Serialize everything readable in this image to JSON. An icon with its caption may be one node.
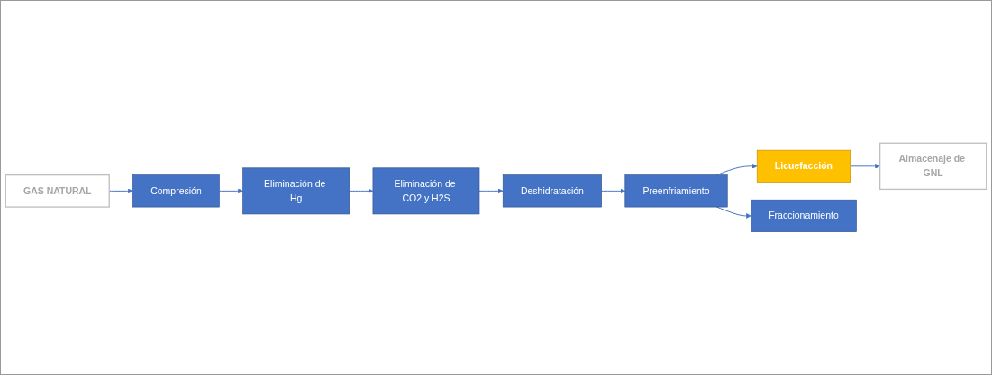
{
  "diagram": {
    "nodes": [
      {
        "text": [
          "GAS NATURAL"
        ]
      },
      {
        "text": [
          "Compresión"
        ]
      },
      {
        "text": [
          "Eliminación de Hg"
        ]
      },
      {
        "text": [
          "Eliminación de CO2 y H2S"
        ]
      },
      {
        "text": [
          "Deshidratación"
        ]
      },
      {
        "text": [
          "Almacenaje de GNL"
        ]
      },
      {
        "text": [
          "Licuefacción"
        ]
      },
      {
        "text": [
          "Preenfriamiento"
        ]
      },
      {
        "text": [
          "Fraccionamiento"
        ]
      }
    ],
    "edges": [
      {
        "from": 0,
        "to": 1,
        "arrow": "to"
      },
      {
        "from": 1,
        "to": 2,
        "arrow": "to"
      },
      {
        "from": 2,
        "to": 3,
        "arrow": "to"
      },
      {
        "from": 3,
        "to": 4,
        "arrow": "to"
      },
      {
        "from": 4,
        "to": 7,
        "arrow": "to"
      },
      {
        "from": 7,
        "to": 6,
        "arrow": "to"
      },
      {
        "from": 7,
        "to": 8,
        "arrow": "to"
      },
      {
        "from": 6,
        "to": 5,
        "arrow": "to"
      }
    ]
  }
}
